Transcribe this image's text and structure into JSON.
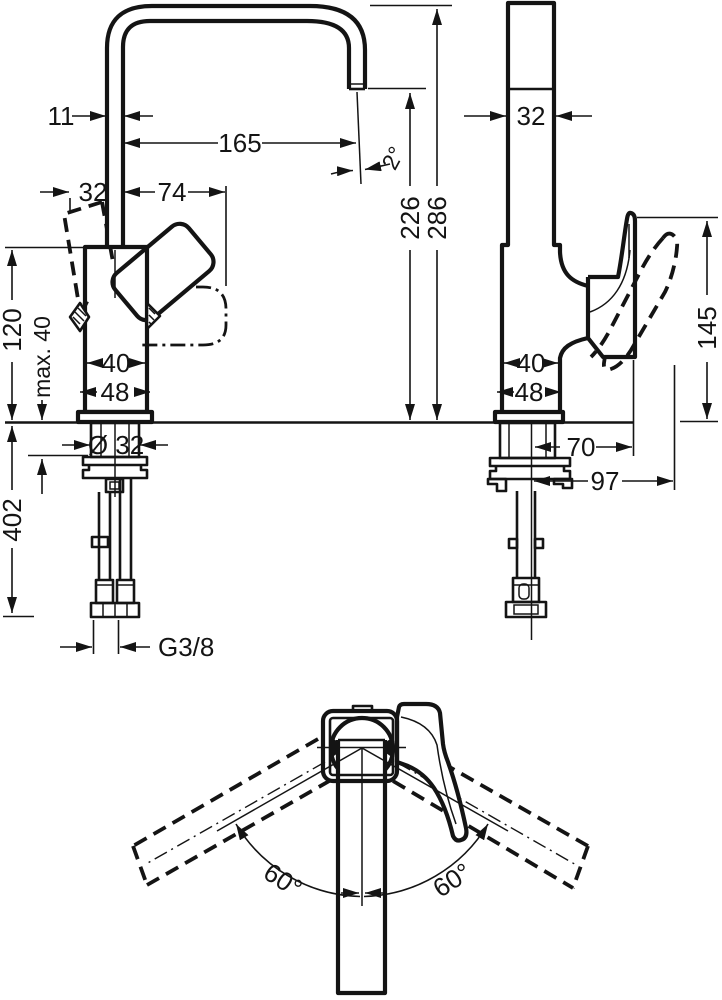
{
  "title": "Faucet technical dimension drawing",
  "colors": {
    "ink": "#141414",
    "background": "#ffffff"
  },
  "front_view": {
    "dims": {
      "spout_wall": "11",
      "reach": "165",
      "stream_angle": "2°",
      "handle_back": "32",
      "handle_front": "74",
      "spout_height": "226",
      "total_height": "286",
      "body_height": "120",
      "max_mounting": "max. 40",
      "body_width": "40",
      "base_width": "48",
      "shank_diameter": "Ø 32",
      "hose_length": "402",
      "thread": "G3/8"
    }
  },
  "side_view": {
    "dims": {
      "column_width": "32",
      "handle_top_height": "145",
      "body_depth": "40",
      "base_depth": "48",
      "handle_projection": "70",
      "handle_projection_open": "97"
    }
  },
  "top_view": {
    "dims": {
      "swing_left": "60°",
      "swing_right": "60°"
    }
  }
}
